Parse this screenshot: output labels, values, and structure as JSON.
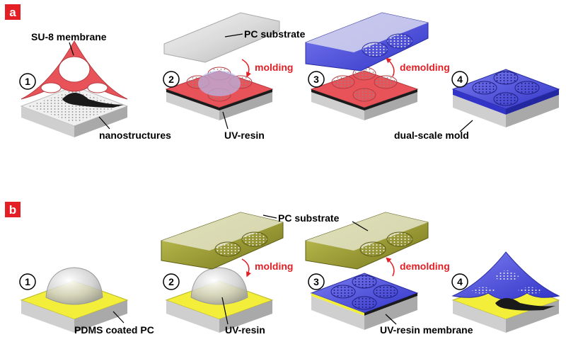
{
  "panel_a": {
    "letter": "a",
    "steps": [
      "1",
      "2",
      "3",
      "4"
    ],
    "labels": {
      "su8_membrane": "SU-8 membrane",
      "pc_substrate": "PC substrate",
      "nanostructures": "nanostructures",
      "uv_resin": "UV-resin",
      "dual_scale_mold": "dual-scale mold"
    },
    "arrows": {
      "molding": "molding",
      "demolding": "demolding"
    }
  },
  "panel_b": {
    "letter": "b",
    "steps": [
      "1",
      "2",
      "3",
      "4"
    ],
    "labels": {
      "pc_substrate": "PC substrate",
      "pdms_coated_pc": "PDMS coated PC",
      "uv_resin": "UV-resin",
      "uv_resin_membrane": "UV-resin membrane"
    },
    "arrows": {
      "molding": "molding",
      "demolding": "demolding"
    }
  },
  "colors": {
    "su8_red": "#e8535a",
    "mold_blue": "#4a4de0",
    "pdms_yellow": "#f2ee3a",
    "pc_olive": "#9a9a2a",
    "panel_label_bg": "#e31e24",
    "arrow_red": "#e31e24"
  }
}
